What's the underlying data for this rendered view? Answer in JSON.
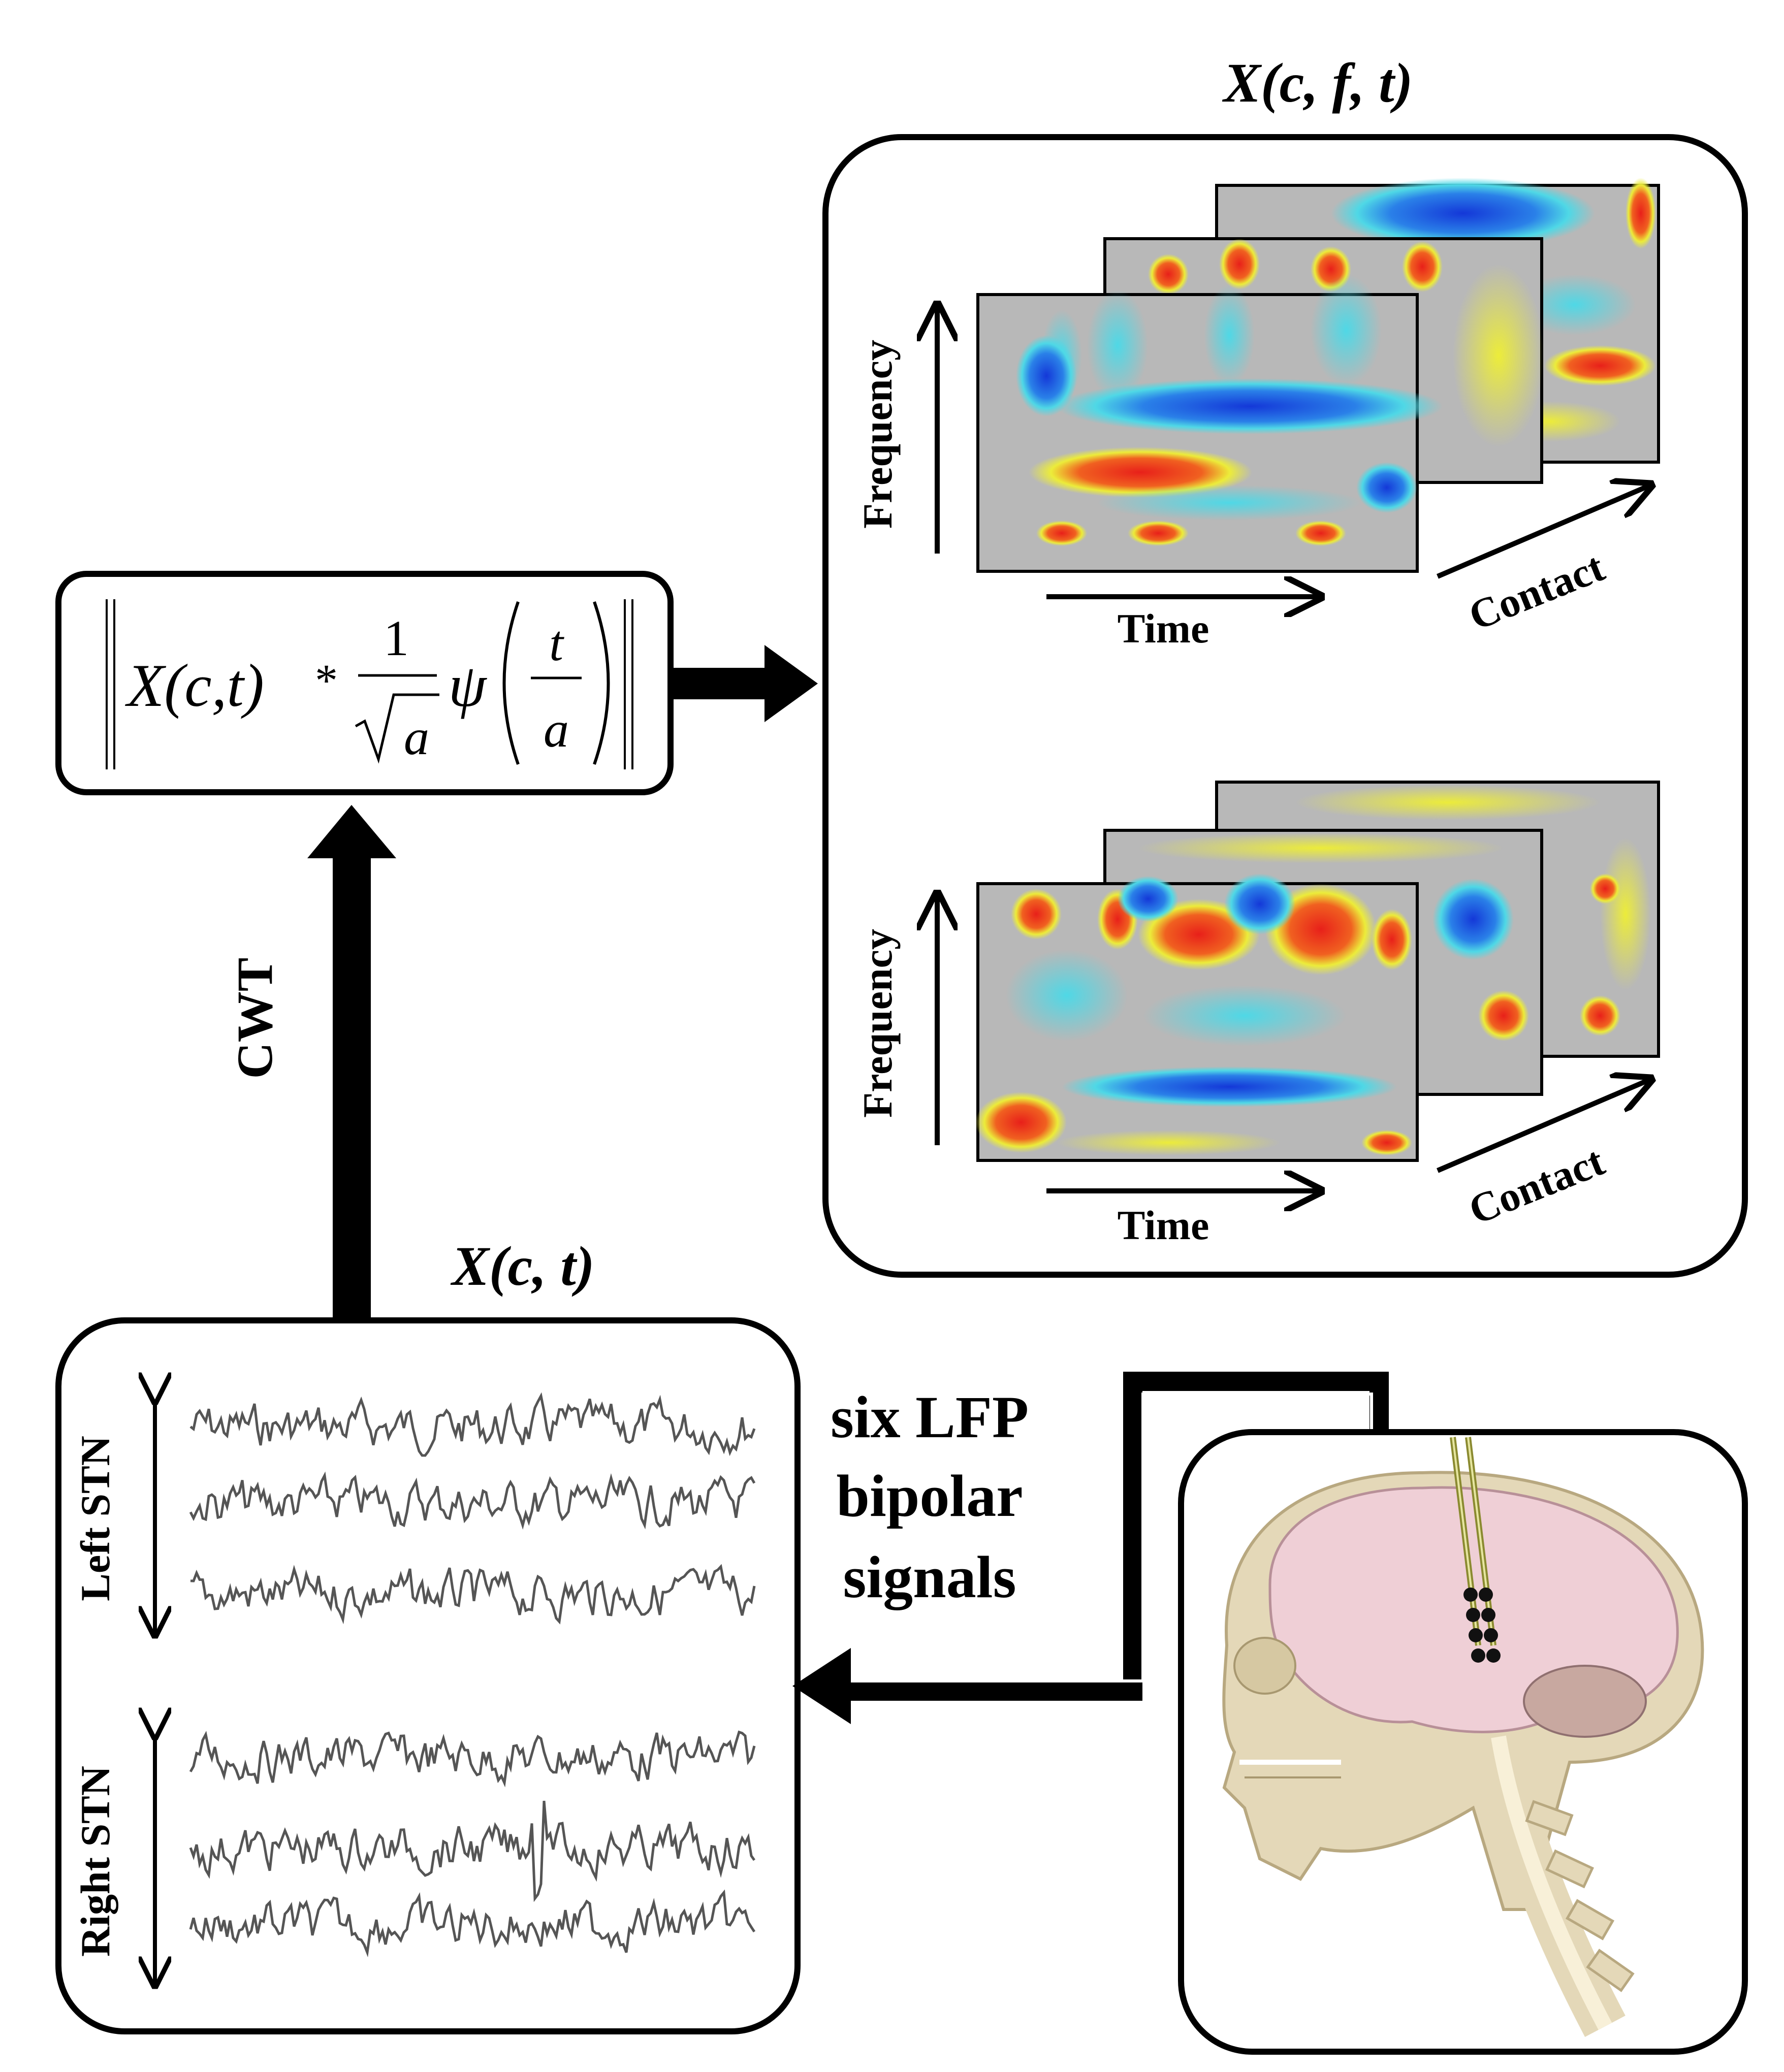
{
  "tf_panel": {
    "title": "X(c, f, t)",
    "upper_stack": {
      "frequency_label": "Frequency",
      "time_label": "Time",
      "contact_label": "Contact"
    },
    "lower_stack": {
      "frequency_label": "Frequency",
      "time_label": "Time",
      "contact_label": "Contact"
    }
  },
  "formula": {
    "signal": "X(c,t)",
    "star": "*",
    "one": "1",
    "sqrt_var": "a",
    "psi": "ψ",
    "t": "t",
    "a": "a"
  },
  "arrow_cwt_label": "CWT",
  "signal_panel": {
    "title": "X(c, t)",
    "left_label": "Left STN",
    "right_label": "Right STN"
  },
  "connector_label": [
    "six LFP",
    "bipolar",
    "signals"
  ],
  "colors": {
    "heat_red": "#e8201a",
    "heat_blue": "#1438d8",
    "heat_cyan": "#4fd8e6",
    "heat_yellow": "#ecec3a",
    "heat_gray": "#b8b8b8",
    "brain_pink": "#efcfd6",
    "skull_beige": "#e4d8b8",
    "lead_olive": "#8a8a30"
  }
}
